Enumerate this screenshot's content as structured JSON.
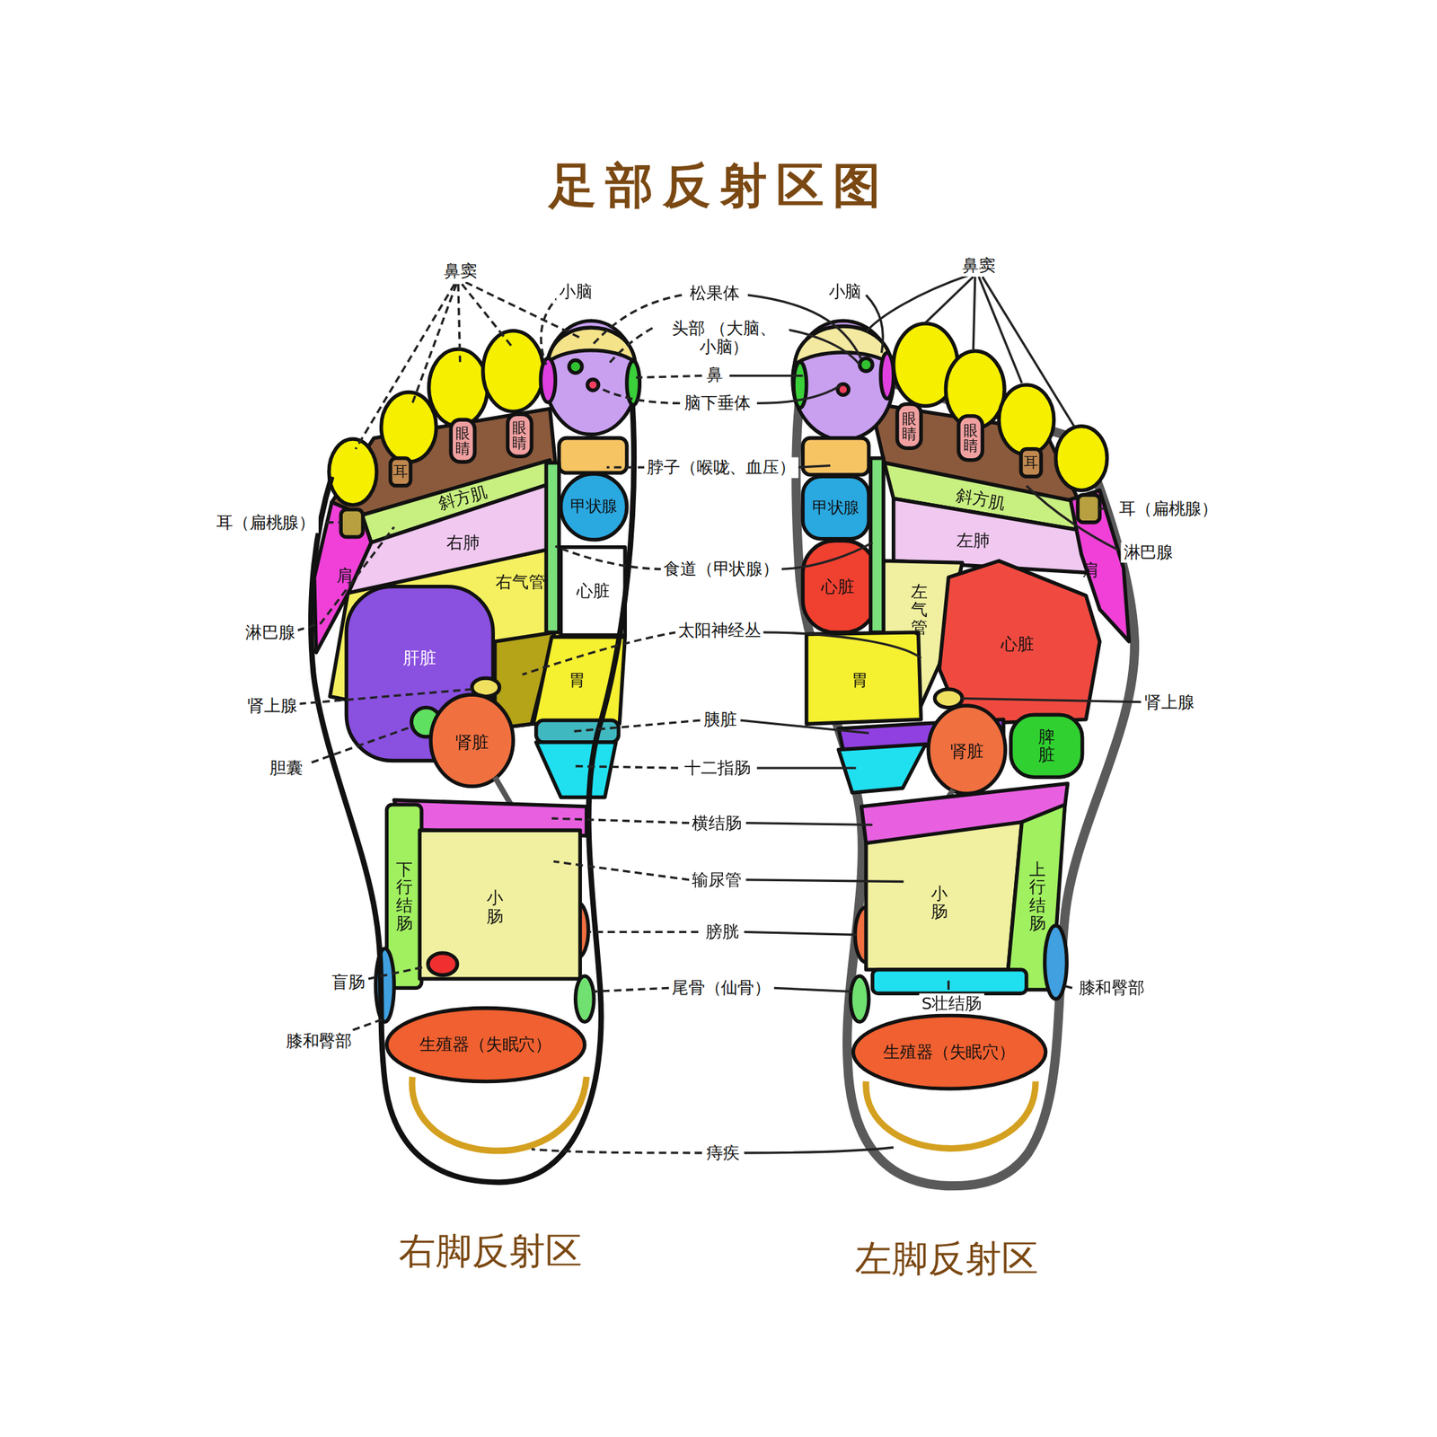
{
  "diagram": {
    "title": "足部反射区图",
    "nodes": [
      {
        "text": [
          "右脚反射区"
        ]
      },
      {
        "text": [
          "眼睛"
        ],
        "in": 0
      },
      {
        "text": [
          "眼睛"
        ],
        "in": 0
      },
      {
        "text": [
          "耳"
        ],
        "in": 0
      },
      {
        "text": [
          "斜方肌"
        ],
        "in": 0
      },
      {
        "text": [
          "甲状腺"
        ],
        "in": 0
      },
      {
        "text": [
          "右肺"
        ],
        "in": 0
      },
      {
        "text": [
          "肩"
        ],
        "in": 0
      },
      {
        "text": [
          "右气管"
        ],
        "in": 0
      },
      {
        "text": [
          "心脏"
        ],
        "in": 0
      },
      {
        "text": [
          "肝脏"
        ],
        "in": 0
      },
      {
        "text": [
          "胃"
        ],
        "in": 0
      },
      {
        "text": [
          "肾脏"
        ],
        "in": 0
      },
      {
        "text": [
          "下行结肠"
        ],
        "in": 0
      },
      {
        "text": [
          "小肠"
        ],
        "in": 0
      },
      {
        "text": [
          "生殖器（失眠穴）"
        ],
        "in": 0
      },
      {
        "text": [
          "左脚反射区"
        ]
      },
      {
        "text": [
          "眼睛"
        ],
        "in": 16
      },
      {
        "text": [
          "眼睛"
        ],
        "in": 16
      },
      {
        "text": [
          "耳"
        ],
        "in": 16
      },
      {
        "text": [
          "斜方肌"
        ],
        "in": 16
      },
      {
        "text": [
          "甲状腺"
        ],
        "in": 16
      },
      {
        "text": [
          "左肺"
        ],
        "in": 16
      },
      {
        "text": [
          "肩"
        ],
        "in": 16
      },
      {
        "text": [
          "心脏"
        ],
        "in": 16
      },
      {
        "text": [
          "左气管"
        ],
        "in": 16
      },
      {
        "text": [
          "心脏"
        ],
        "in": 16
      },
      {
        "text": [
          "胃"
        ],
        "in": 16
      },
      {
        "text": [
          "脾脏"
        ],
        "in": 16
      },
      {
        "text": [
          "肾脏"
        ],
        "in": 16
      },
      {
        "text": [
          "小肠"
        ],
        "in": 16
      },
      {
        "text": [
          "上行结肠"
        ],
        "in": 16
      },
      {
        "text": [
          "生殖器（失眠穴）"
        ],
        "in": 16
      }
    ],
    "labels": [
      "鼻窦",
      "小脑",
      "松果体",
      "小脑",
      "鼻窦",
      "头部 （大脑、小脑）",
      "鼻",
      "脑下垂体",
      "脖子（喉咙、血压）",
      "耳（扁桃腺）",
      "耳（扁桃腺）",
      "淋巴腺",
      "食道（甲状腺）",
      "太阳神经丛",
      "淋巴腺",
      "肾上腺",
      "肾上腺",
      "胰脏",
      "胆囊",
      "十二指肠",
      "横结肠",
      "输尿管",
      "膀胱",
      "盲肠",
      "尾骨（仙骨）",
      "膝和臀部",
      "S壮结肠",
      "膝和臀部",
      "痔疾"
    ]
  }
}
